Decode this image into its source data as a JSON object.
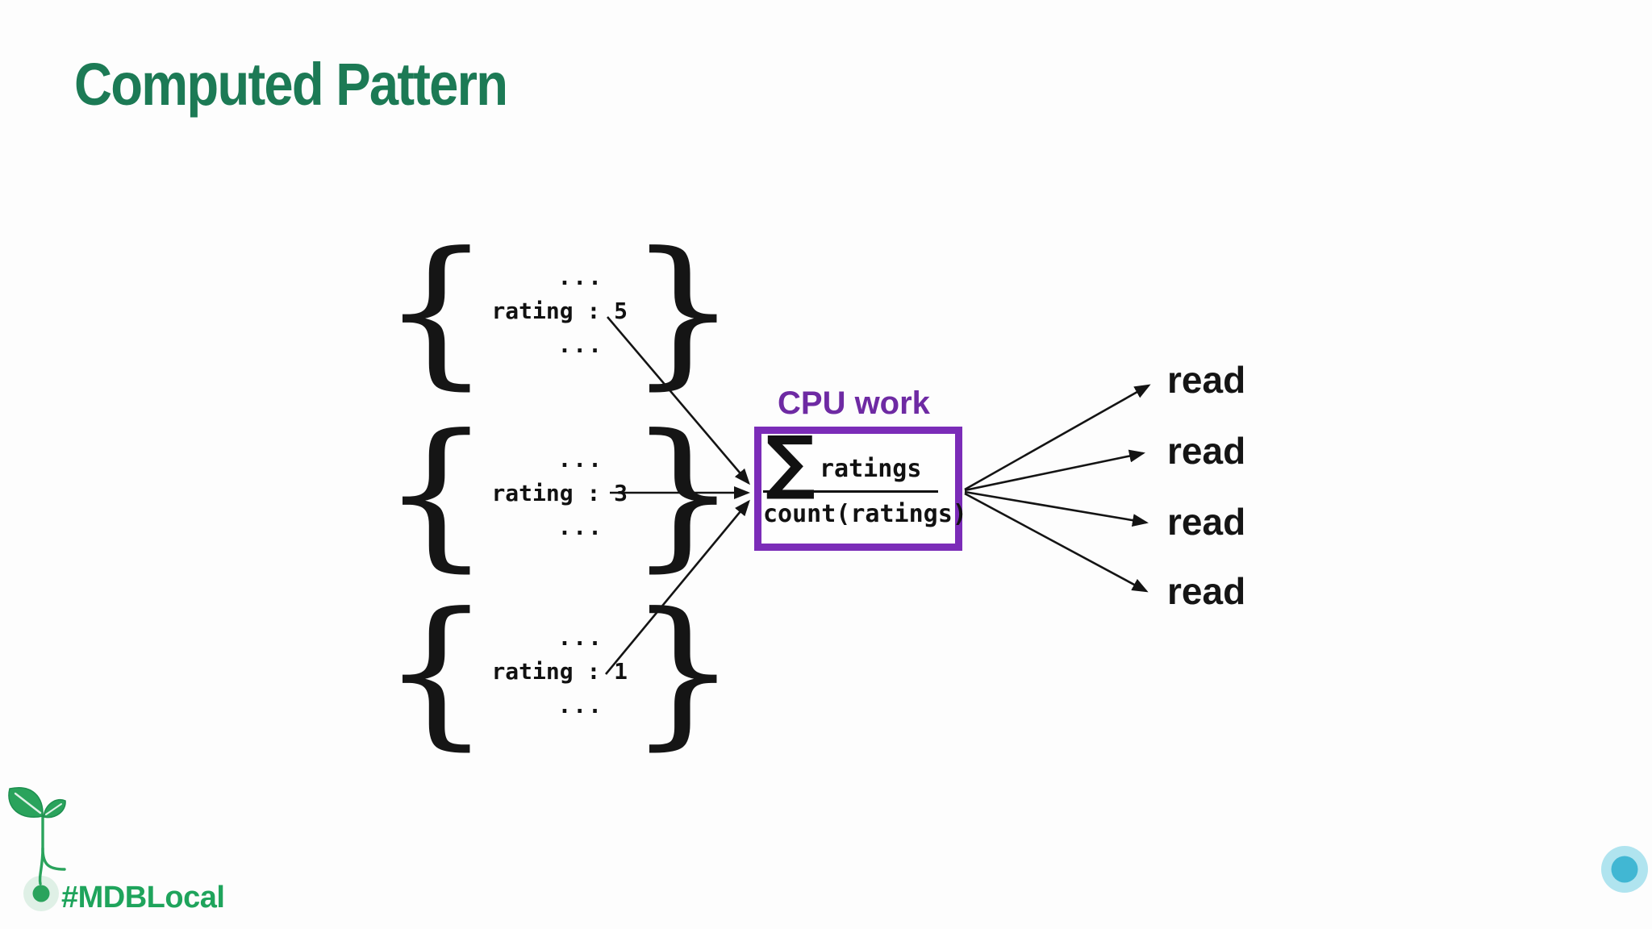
{
  "slide": {
    "title": "Computed Pattern"
  },
  "documents": [
    {
      "brace_left": "{",
      "top_ellipsis": "...",
      "field": "rating : 5",
      "bottom_ellipsis": "...",
      "brace_right": "}"
    },
    {
      "brace_left": "{",
      "top_ellipsis": "...",
      "field": "rating : 3",
      "bottom_ellipsis": "...",
      "brace_right": "}"
    },
    {
      "brace_left": "{",
      "top_ellipsis": "...",
      "field": "rating : 1",
      "bottom_ellipsis": "...",
      "brace_right": "}"
    }
  ],
  "cpu": {
    "label": "CPU work",
    "sigma": "∑",
    "numerator": "ratings",
    "denominator": "count(ratings)"
  },
  "reads": [
    "read",
    "read",
    "read",
    "read"
  ],
  "footer": {
    "hashtag": "#MDBLocal",
    "icon": "sprout-icon"
  },
  "colors": {
    "title_green": "#1c7a55",
    "footer_green": "#1fa45c",
    "leaf_green": "#2aa35c",
    "purple_border": "#7b2cb8",
    "purple_text": "#6e2aa3",
    "arrow_black": "#141414",
    "timeline_green": "#31a25b",
    "timeline_teal": "#45b9a6",
    "timeline_blue": "#54c7de",
    "endpoint_blue": "#41b7d3"
  }
}
